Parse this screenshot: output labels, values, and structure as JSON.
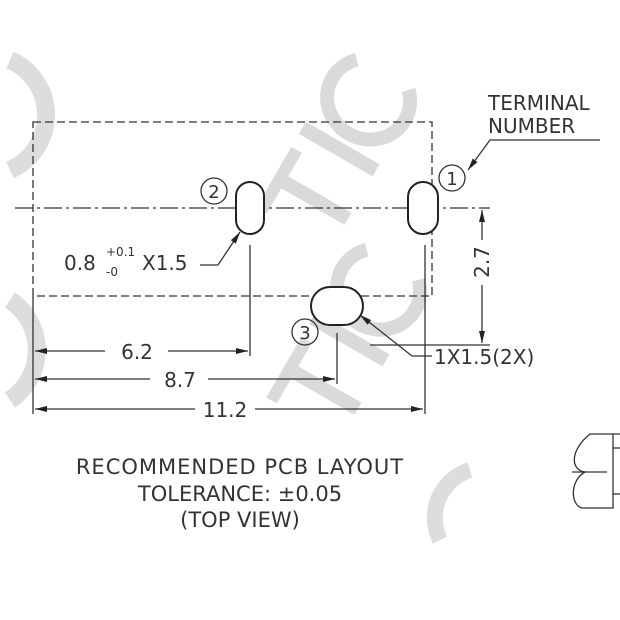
{
  "watermark": "TIC",
  "callout": {
    "line1": "TERMINAL",
    "line2": "NUMBER"
  },
  "terminals": [
    "1",
    "2",
    "3"
  ],
  "pad_label": {
    "base": "0.8",
    "tol_plus": "+0.1",
    "tol_minus": "-0",
    "suffix": "X1.5"
  },
  "pad3_label": "1X1.5(2X)",
  "dimensions": {
    "d1": "6.2",
    "d2": "8.7",
    "d3": "11.2",
    "vertical": "2.7"
  },
  "caption": {
    "line1": "RECOMMENDED PCB LAYOUT",
    "line2": "TOLERANCE: ±0.05",
    "line3": "(TOP VIEW)"
  }
}
